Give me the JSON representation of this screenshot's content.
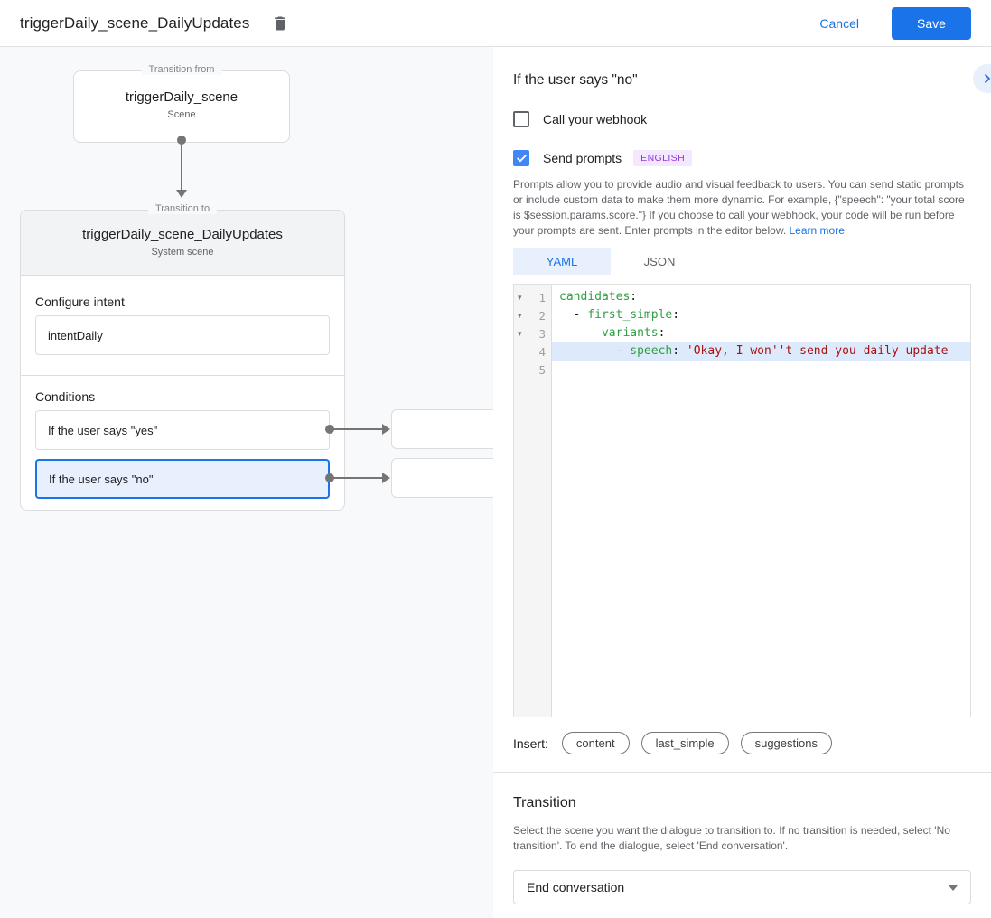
{
  "header": {
    "title": "triggerDaily_scene_DailyUpdates",
    "cancel_label": "Cancel",
    "save_label": "Save"
  },
  "canvas": {
    "from_box": {
      "legend": "Transition from",
      "title": "triggerDaily_scene",
      "subtitle": "Scene"
    },
    "to_box": {
      "legend": "Transition to",
      "title": "triggerDaily_scene_DailyUpdates",
      "subtitle": "System scene",
      "configure_intent_label": "Configure intent",
      "intent_value": "intentDaily",
      "conditions_label": "Conditions",
      "conditions": [
        {
          "label": "If the user says \"yes\"",
          "selected": false
        },
        {
          "label": "If the user says \"no\"",
          "selected": true
        }
      ]
    }
  },
  "panel": {
    "title": "If the user says \"no\"",
    "webhook_label": "Call your webhook",
    "webhook_checked": false,
    "prompts_label": "Send prompts",
    "prompts_checked": true,
    "language_badge": "ENGLISH",
    "description": "Prompts allow you to provide audio and visual feedback to users. You can send static prompts or include custom data to make them more dynamic. For example, {\"speech\": \"your total score is $session.params.score.\"} If you choose to call your webhook, your code will be run before your prompts are sent. Enter prompts in the editor below.",
    "learn_more_label": "Learn more",
    "tabs": [
      {
        "label": "YAML",
        "active": true
      },
      {
        "label": "JSON",
        "active": false
      }
    ],
    "editor": {
      "lines": [
        {
          "number": "1",
          "fold": true,
          "highlight": false,
          "segments": [
            {
              "t": "candidates",
              "c": "key"
            },
            {
              "t": ":",
              "c": "plain"
            }
          ]
        },
        {
          "number": "2",
          "fold": true,
          "highlight": false,
          "segments": [
            {
              "t": "  - ",
              "c": "plain"
            },
            {
              "t": "first_simple",
              "c": "key"
            },
            {
              "t": ":",
              "c": "plain"
            }
          ]
        },
        {
          "number": "3",
          "fold": true,
          "highlight": false,
          "segments": [
            {
              "t": "      ",
              "c": "plain"
            },
            {
              "t": "variants",
              "c": "key"
            },
            {
              "t": ":",
              "c": "plain"
            }
          ]
        },
        {
          "number": "4",
          "fold": false,
          "highlight": true,
          "segments": [
            {
              "t": "        - ",
              "c": "plain"
            },
            {
              "t": "speech",
              "c": "key"
            },
            {
              "t": ": ",
              "c": "plain"
            },
            {
              "t": "'Okay, I won''t send you daily update",
              "c": "string"
            }
          ]
        },
        {
          "number": "5",
          "fold": false,
          "highlight": false,
          "segments": []
        }
      ]
    },
    "insert_label": "Insert:",
    "insert_chips": [
      "content",
      "last_simple",
      "suggestions"
    ],
    "transition": {
      "title": "Transition",
      "description": "Select the scene you want the dialogue to transition to. If no transition is needed, select 'No transition'. To end the dialogue, select 'End conversation'.",
      "dropdown_value": "End conversation"
    }
  },
  "colors": {
    "accent_blue": "#1a73e8",
    "selected_condition_fill": "#e8f0fe",
    "selected_condition_border": "#1a73e8",
    "checkbox_checked": "#4285f4",
    "language_badge_bg": "#f3e8fd",
    "language_badge_text": "#9334e6",
    "code_key_green": "#2f9e44",
    "code_string_red": "#aa1111",
    "code_line_highlight": "#ddeafb"
  }
}
